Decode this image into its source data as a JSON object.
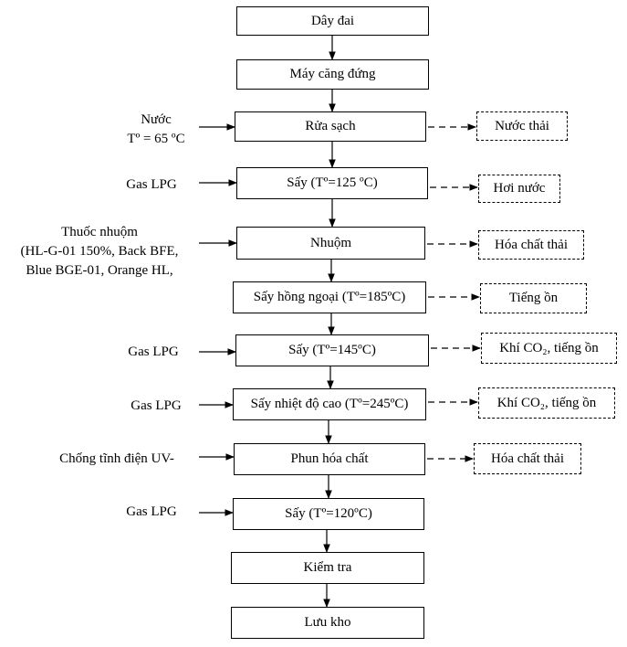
{
  "steps": [
    {
      "text": "Dây đai"
    },
    {
      "text": "Máy căng đứng"
    },
    {
      "text": "Rửa sạch",
      "input": [
        "Nước",
        "Tº = 65 ºC"
      ],
      "output": "Nước thải"
    },
    {
      "text": "Sấy (Tº=125 ºC)",
      "input": [
        "Gas LPG"
      ],
      "output": "Hơi nước"
    },
    {
      "text": "Nhuộm",
      "input": [
        "Thuốc nhuộm",
        "(HL-G-01 150%, Back BFE,",
        "Blue BGE-01, Orange HL,"
      ],
      "output": "Hóa chất thải"
    },
    {
      "text": "Sấy hồng ngoại (Tº=185ºC)",
      "output": "Tiếng ồn"
    },
    {
      "text": "Sấy (Tº=145ºC)",
      "input": [
        "Gas LPG"
      ],
      "output": "Khí CO₂, tiếng ồn"
    },
    {
      "text": "Sấy nhiệt độ cao (Tº=245ºC)",
      "input": [
        "Gas LPG"
      ],
      "output": "Khí CO₂, tiếng ồn"
    },
    {
      "text": "Phun hóa chất",
      "input": [
        "Chống tĩnh điện UV-"
      ],
      "output": "Hóa chất thải"
    },
    {
      "text": "Sấy (Tº=120ºC)",
      "input": [
        "Gas LPG"
      ]
    },
    {
      "text": "Kiểm tra"
    },
    {
      "text": "Lưu kho"
    }
  ]
}
